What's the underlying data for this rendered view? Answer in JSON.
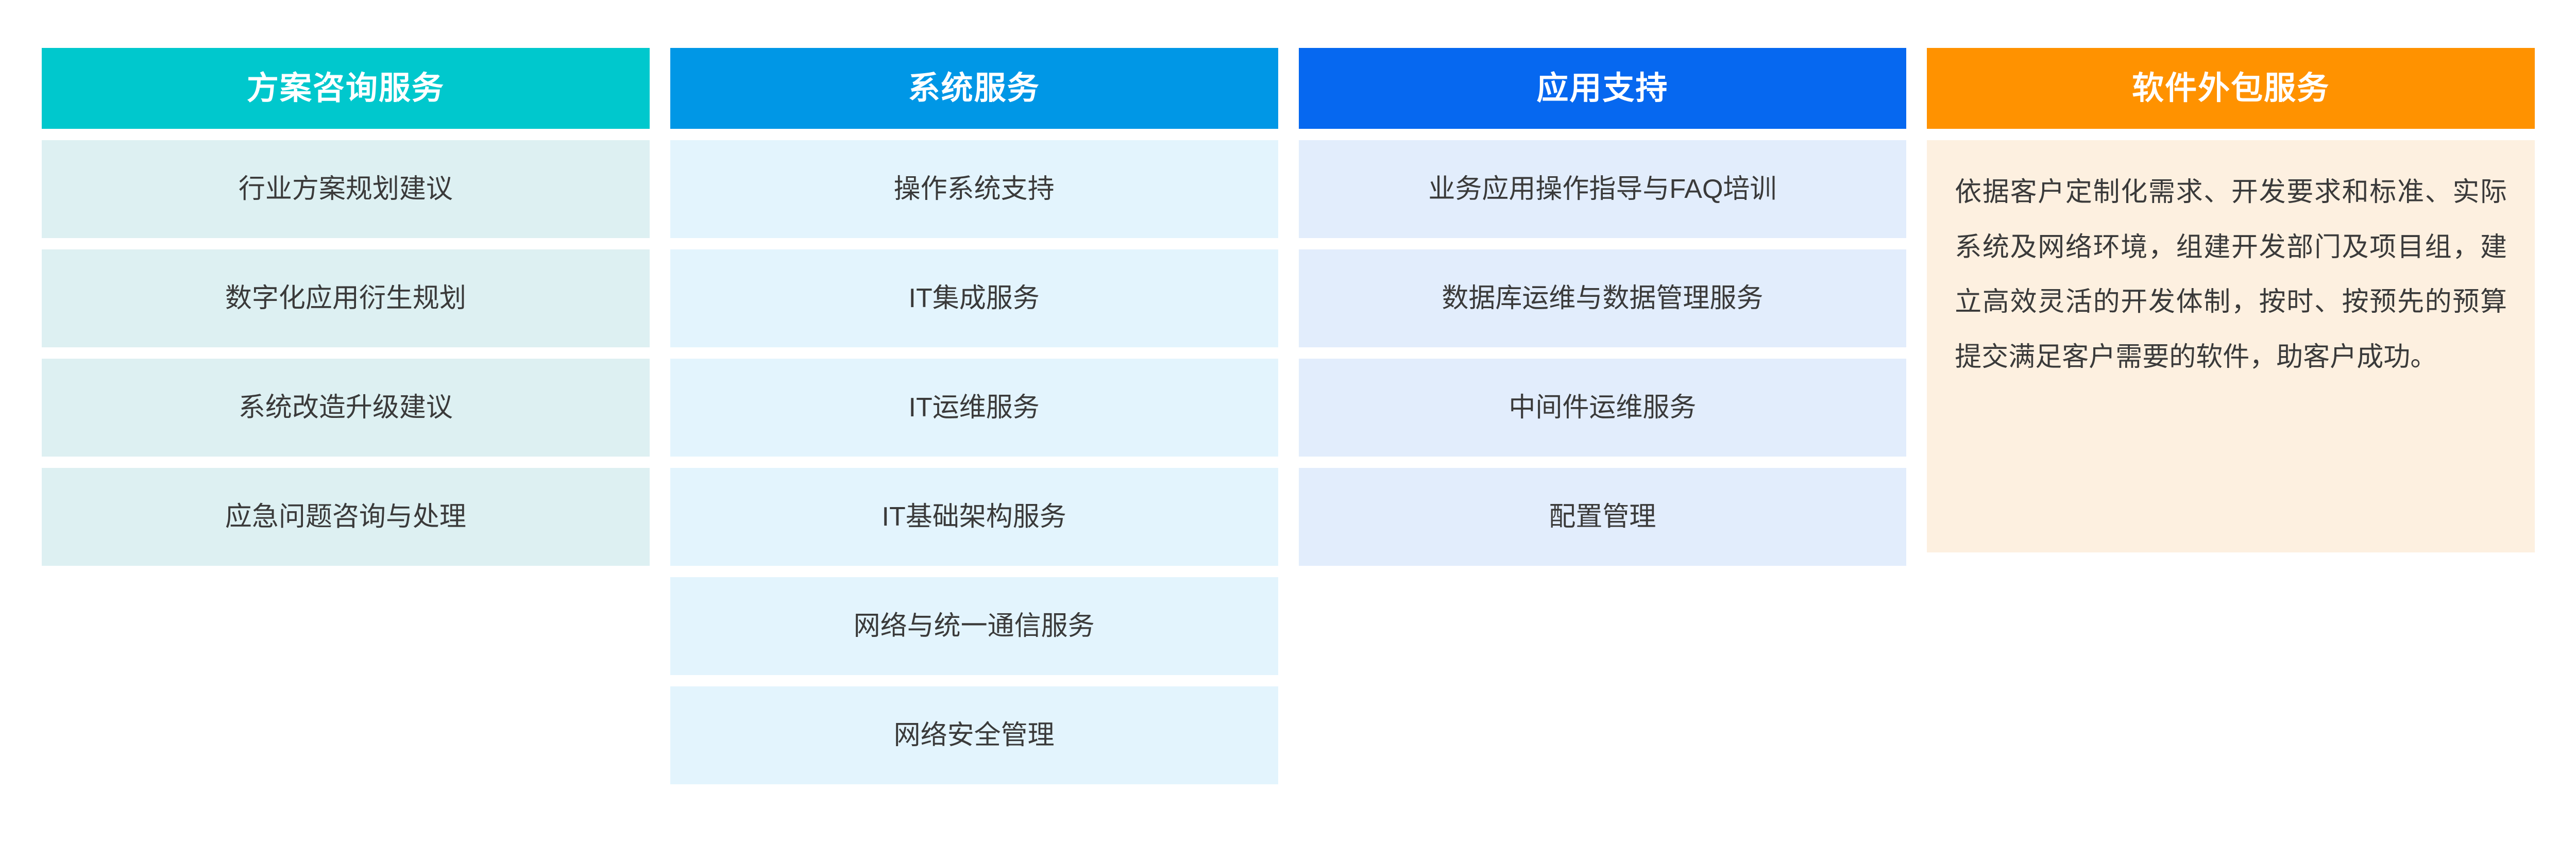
{
  "theme": {
    "background": "#ffffff",
    "text_color": "#3a3a3a",
    "header_text_color": "#ffffff"
  },
  "columns": [
    {
      "id": "consulting",
      "header": "方案咨询服务",
      "header_color": "#00c8cd",
      "item_color": "#ddf0f2",
      "items": [
        "行业方案规划建议",
        "数字化应用衍生规划",
        "系统改造升级建议",
        "应急问题咨询与处理"
      ]
    },
    {
      "id": "system-services",
      "header": "系统服务",
      "header_color": "#0097e6",
      "item_color": "#e3f4fd",
      "items": [
        "操作系统支持",
        "IT集成服务",
        "IT运维服务",
        "IT基础架构服务",
        "网络与统一通信服务",
        "网络安全管理"
      ]
    },
    {
      "id": "application-support",
      "header": "应用支持",
      "header_color": "#0668f0",
      "item_color": "#e2edfc",
      "items": [
        "业务应用操作指导与FAQ培训",
        "数据库运维与数据管理服务",
        "中间件运维服务",
        "配置管理"
      ]
    },
    {
      "id": "software-outsourcing",
      "header": "软件外包服务",
      "header_color": "#ff9200",
      "item_color": "#fdf0e0",
      "paragraph": "依据客户定制化需求、开发要求和标准、实际系统及网络环境，组建开发部门及项目组，建立高效灵活的开发体制，按时、按预先的预算提交满足客户需要的软件，助客户成功。"
    }
  ]
}
